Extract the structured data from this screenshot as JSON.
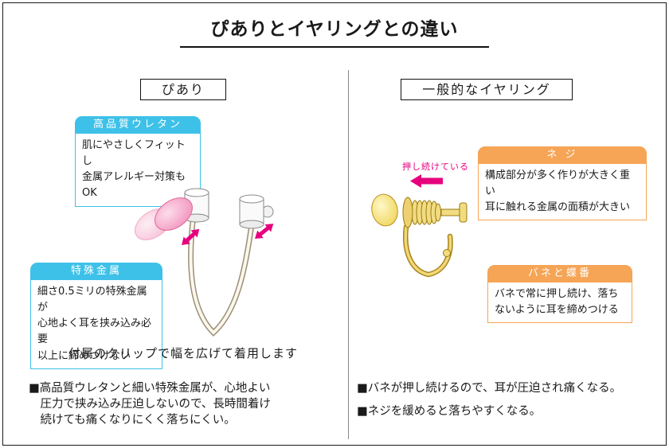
{
  "title": "ぴありとイヤリングとの違い",
  "left": {
    "header": "ぴあり",
    "urethane": {
      "label": "高品質ウレタン",
      "text": "肌にやさしくフィットし\n金属アレルギー対策もOK"
    },
    "metal": {
      "label": "特殊金属",
      "text": "細さ0.5ミリの特殊金属が\n心地よく耳を挟み込み必要\n以上に締めつけない"
    },
    "caption": "付属のクリップで幅を広げて着用します",
    "bullets": [
      "■高品質ウレタンと細い特殊金属が、心地よい\n圧力で挟み込み圧迫しないので、長時間着け\n続けても痛くなりにくく落ちにくい。"
    ]
  },
  "right": {
    "header": "一般的なイヤリング",
    "press_note": "押し続けている",
    "screw": {
      "label": "ネ ジ",
      "text": "構成部分が多く作りが大きく重い\n耳に触れる金属の面積が大きい"
    },
    "spring": {
      "label": "バネと蝶番",
      "text": "バネで常に押し続け、落ち\nないように耳を締めつける"
    },
    "bullets": [
      "■バネが押し続けるので、耳が圧迫され痛くなる。",
      "■ネジを緩めると落ちやすくなる。"
    ]
  },
  "colors": {
    "cyan": "#3ec1e8",
    "orange": "#f6a455",
    "pink": "#e6007e",
    "gold": "#f0d878"
  }
}
